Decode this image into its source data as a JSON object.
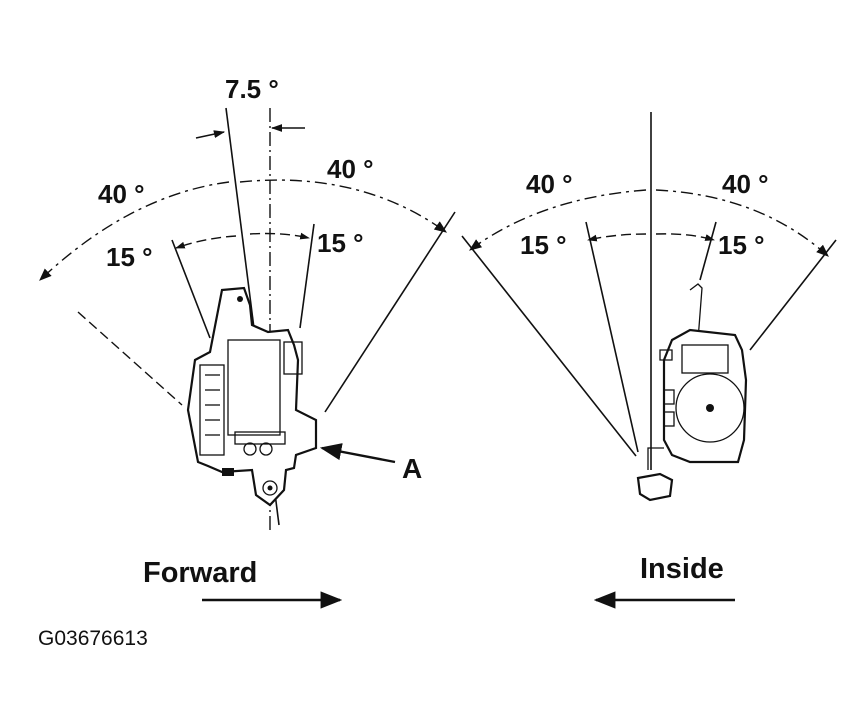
{
  "labels": {
    "top_angle": "7.5 °",
    "left_outer_left": "40 °",
    "left_outer_right": "40 °",
    "left_inner_left": "15 °",
    "left_inner_right": "15 °",
    "right_outer_left": "40 °",
    "right_outer_right": "40 °",
    "right_inner_left": "15 °",
    "right_inner_right": "15 °",
    "callout": "A"
  },
  "directions": {
    "forward": "Forward",
    "inside": "Inside"
  },
  "figure_code": "G03676613"
}
